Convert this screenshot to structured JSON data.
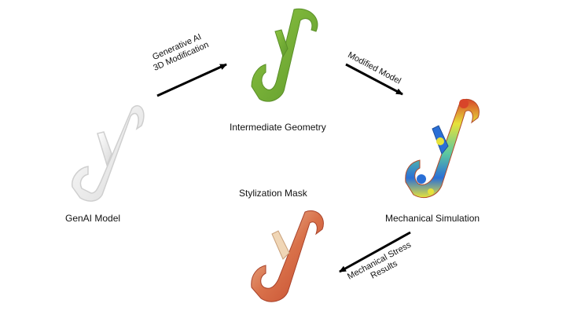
{
  "nodes": {
    "genai": {
      "label": "GenAI Model"
    },
    "intermediate": {
      "label": "Intermediate Geometry"
    },
    "simulation": {
      "label": "Mechanical Simulation"
    },
    "stylization": {
      "label": "Stylization Mask"
    }
  },
  "edges": {
    "genai_to_intermediate": {
      "line1": "Generative AI",
      "line2": "3D Modification"
    },
    "intermediate_to_simulation": {
      "line1": "Modified Model"
    },
    "simulation_to_stylization": {
      "line1": "Mechanical Stress",
      "line2": "Results"
    }
  },
  "colors": {
    "genai_model": "#f2f2f2",
    "intermediate_model": "#7db43a",
    "stress_low": "#2a6fd6",
    "stress_mid": "#e6e23a",
    "stress_high": "#d8452a",
    "mask_light": "#f0d6b6",
    "mask_dark": "#c2452a",
    "arrow": "#000000"
  }
}
